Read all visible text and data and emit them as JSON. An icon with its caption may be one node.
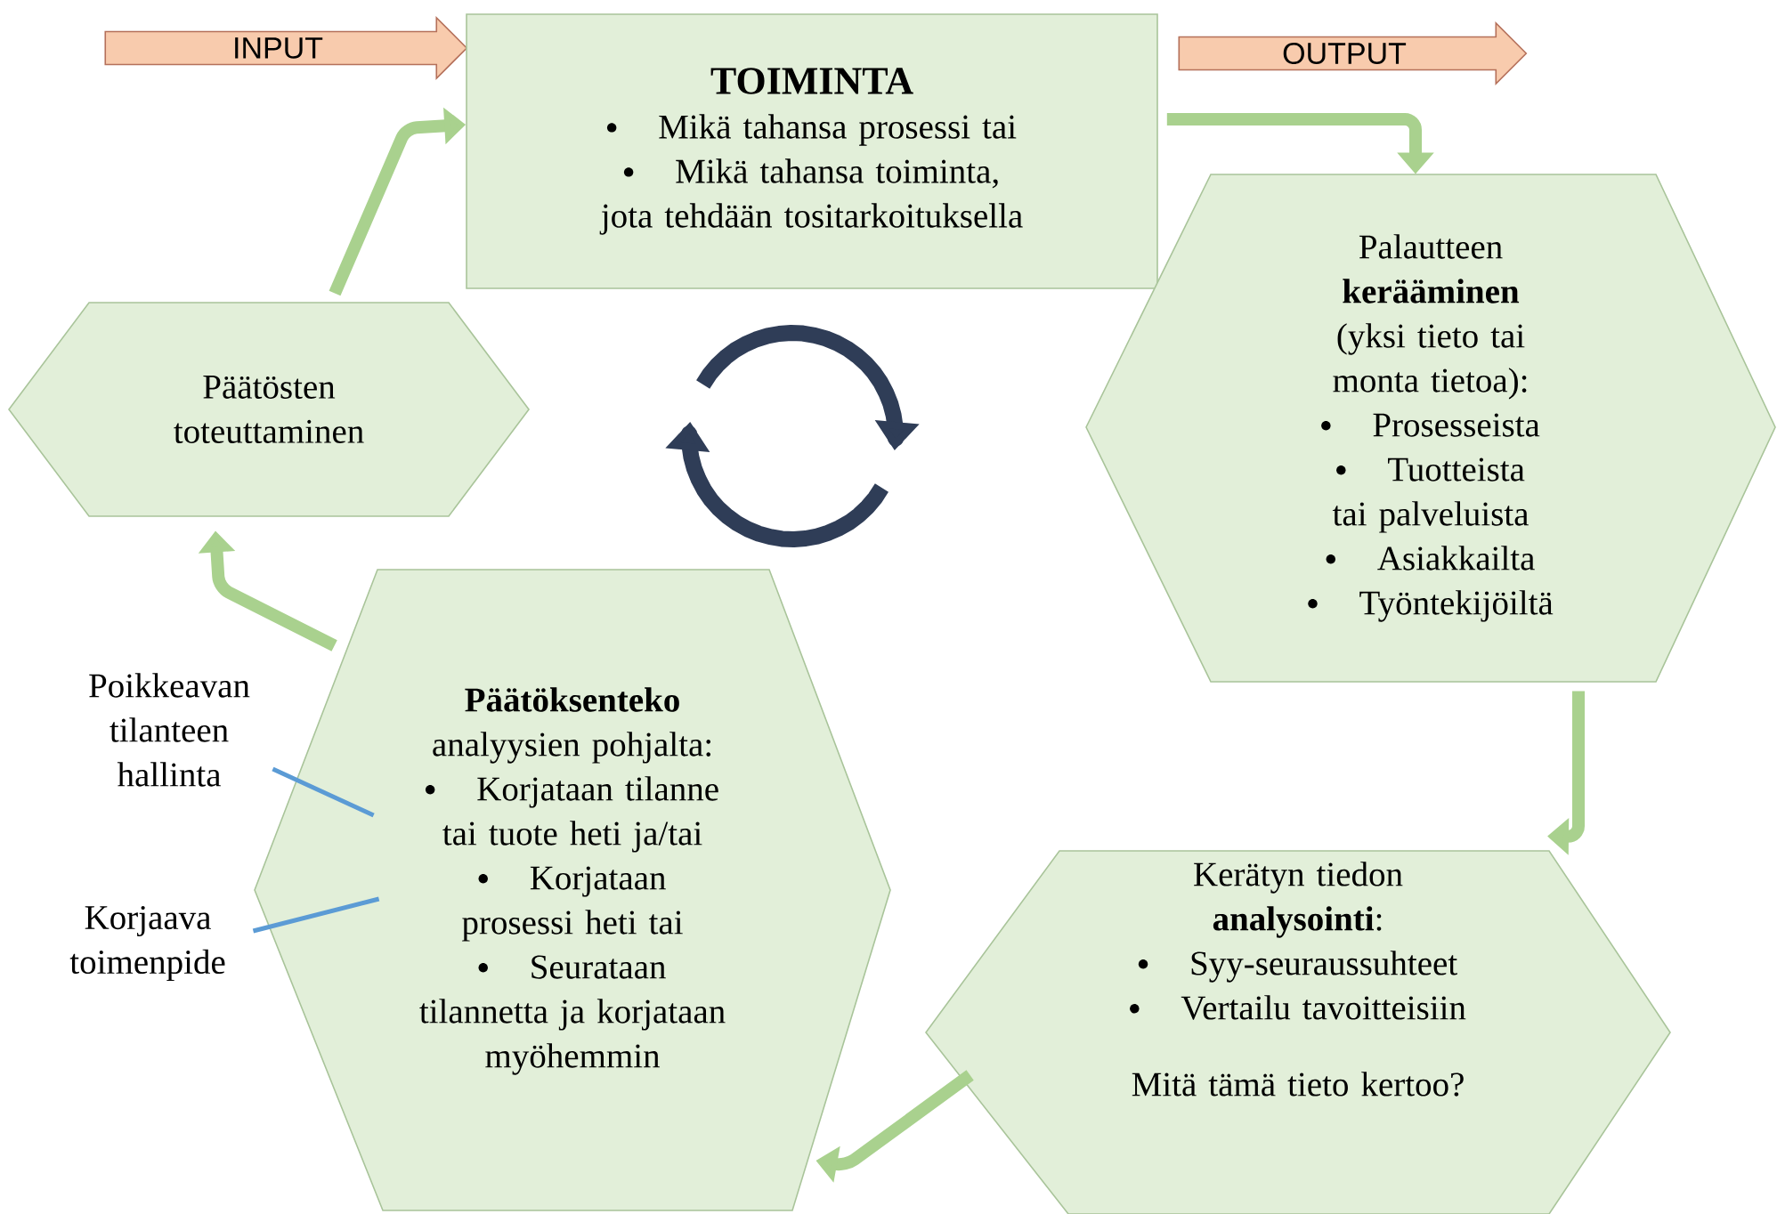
{
  "diagram": {
    "nodes": [
      {
        "text": [
          "INPUT"
        ]
      },
      {
        "text": [
          "TOIMINTA",
          "Mikä tahansa prosessi tai",
          "Mikä tahansa toiminta, jota tehdään tositarkoituksella"
        ]
      },
      {
        "text": [
          "OUTPUT"
        ]
      },
      {
        "text": [
          "Palautteen **kerääminen** (yksi tieto tai monta tietoa):",
          "Prosesseista",
          "Tuotteista tai palveluista",
          "Asiakkailta",
          "Työntekijöiltä"
        ]
      },
      {
        "text": [
          "Kerätyn tiedon **analysointi**:",
          "Syy-seuraussuhteet",
          "Vertailu tavoitteisiin",
          "Mitä tämä tieto kertoo?"
        ]
      },
      {
        "text": [
          "**Päätöksenteko** analyysien pohjalta:",
          "Korjataan tilanne tai tuote heti ja/tai",
          "Korjataan prosessi heti tai",
          "Seurataan tilannetta ja korjataan myöhemmin"
        ]
      },
      {
        "text": [
          "Päätösten toteuttaminen"
        ]
      },
      {
        "text": [
          "Poikkeavan tilanteen hallinta"
        ]
      },
      {
        "text": [
          "Korjaava toimenpide"
        ]
      }
    ],
    "edges": [
      {
        "from": 6,
        "to": 1,
        "arrow": "to"
      },
      {
        "from": 1,
        "to": 3,
        "arrow": "to"
      },
      {
        "from": 3,
        "to": 4,
        "arrow": "to"
      },
      {
        "from": 4,
        "to": 5,
        "arrow": "to"
      },
      {
        "from": 5,
        "to": 6,
        "arrow": "to"
      },
      {
        "from": 7,
        "to": 5,
        "arrow": "none",
        "color": "#5b9bd5"
      },
      {
        "from": 8,
        "to": 5,
        "arrow": "none",
        "color": "#5b9bd5"
      }
    ]
  }
}
